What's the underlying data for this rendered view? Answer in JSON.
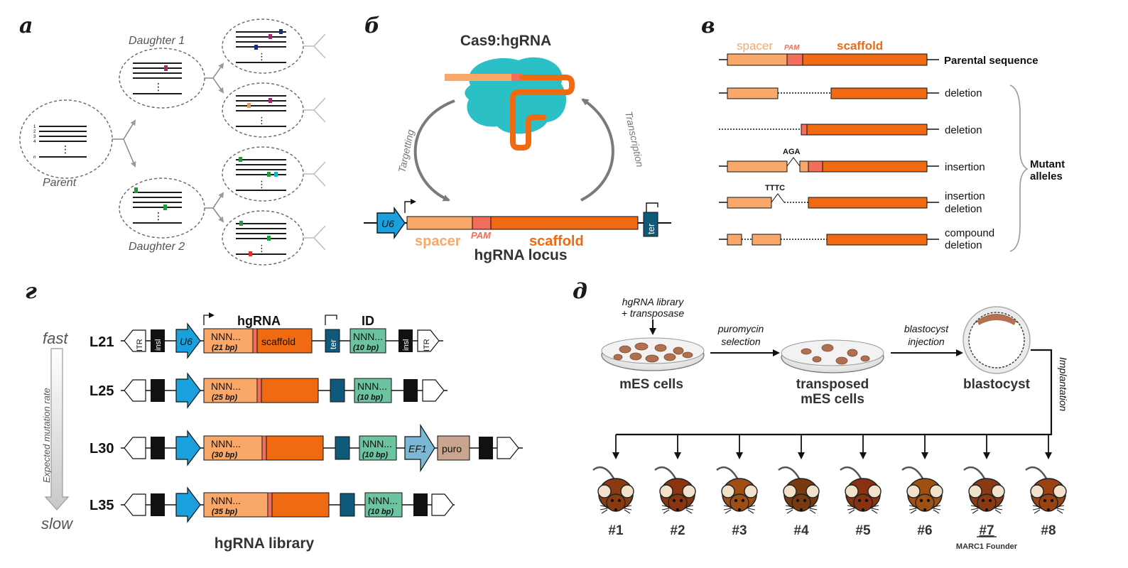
{
  "colors": {
    "spacer": "#f9a86a",
    "pam": "#f26d5a",
    "scaffold": "#ef6a10",
    "u6": "#1aa0dc",
    "ter": "#0f5a7a",
    "id": "#6cc3a0",
    "ef1": "#7ab8d6",
    "puro": "#c9a58f",
    "cas9": "#2bbfc6",
    "mut_purple": "#a0286e",
    "mut_orange": "#e09a55",
    "mut_green": "#1e9a3c",
    "mut_navy": "#1a2a8a",
    "mut_teal": "#20b0c0",
    "mut_red": "#e03030"
  },
  "panel_a": {
    "letter": "а",
    "parent": "Parent",
    "daughter1": "Daughter 1",
    "daughter2": "Daughter 2",
    "row_labels": [
      "1",
      "2",
      "3",
      "4",
      "n"
    ],
    "dots": "⋮"
  },
  "panel_b": {
    "letter": "б",
    "complex": "Cas9:hgRNA",
    "targeting": "Targetting",
    "transcription": "Transcription",
    "u6": "U6",
    "ter": "ter",
    "spacer": "spacer",
    "pam": "PAM",
    "scaffold": "scaffold",
    "locus": "hgRNA locus"
  },
  "panel_c": {
    "letter": "в",
    "spacer": "spacer",
    "pam": "PAM",
    "scaffold": "scaffold",
    "parental": "Parental sequence",
    "rows": [
      "deletion",
      "deletion",
      "insertion",
      "insertion",
      "deletion",
      "compound",
      "deletion"
    ],
    "ins1": "AGA",
    "ins2": "TTTC",
    "mutant1": "Mutant",
    "mutant2": "alleles"
  },
  "panel_d": {
    "letter": "г",
    "fast": "fast",
    "slow": "slow",
    "rate": "Expected mutation rate",
    "hgrna": "hgRNA",
    "id": "ID",
    "itr": "ITR",
    "insl": "insl",
    "u6": "U6",
    "nnn": "NNN...",
    "scaffold": "scaffold",
    "ter": "ter",
    "ef1": "EF1",
    "puro": "puro",
    "ids": "(10 bp)",
    "library": "hgRNA library",
    "lines": [
      {
        "name": "L21",
        "bp": "(21 bp)"
      },
      {
        "name": "L25",
        "bp": "(25 bp)"
      },
      {
        "name": "L30",
        "bp": "(30 bp)"
      },
      {
        "name": "L35",
        "bp": "(35 bp)"
      }
    ]
  },
  "panel_e": {
    "letter": "д",
    "lib1": "hgRNA library",
    "lib2": "+ transposase",
    "puro1": "puromycin",
    "puro2": "selection",
    "blast1": "blastocyst",
    "blast2": "injection",
    "mes": "mES cells",
    "tmes1": "transposed",
    "tmes2": "mES cells",
    "blastocyst": "blastocyst",
    "implant": "Implantation",
    "mice": [
      "#1",
      "#2",
      "#3",
      "#4",
      "#5",
      "#6",
      "#7",
      "#8"
    ],
    "mouse_colors": [
      "#8a3a10",
      "#8a3410",
      "#a04e14",
      "#7a3a10",
      "#8a3210",
      "#a05010",
      "#8a3a12",
      "#9a4212"
    ],
    "founder": "MARC1 Founder"
  }
}
